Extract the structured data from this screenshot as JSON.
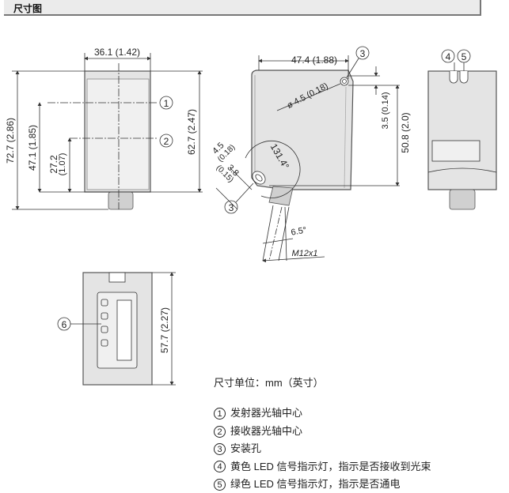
{
  "header": {
    "title": "尺寸图"
  },
  "views": {
    "front": {
      "width_dim": "36.1 (1.42)",
      "total_height_dim": "72.7 (2.86)",
      "emitter_dim": "47.1 (1.85)",
      "receiver_dim_mm": "27.2",
      "receiver_dim_in": "(1.07)",
      "body_height_dim": "62.7 (2.47)",
      "callout_1": "1",
      "callout_2": "2"
    },
    "side": {
      "width_dim": "47.4 (1.88)",
      "hole_dim": "ø 4.5 (0.18)",
      "offset_dim": "3.5 (0.14)",
      "height_dim": "50.8 (2.0)",
      "angle_dim": "131.4°",
      "slot_w_mm": "4.5",
      "slot_w_in": "(0.18)",
      "slot_h_mm": "3.8",
      "slot_h_in": "(0.15)",
      "connector_angle": "6.5°",
      "thread": "M12x1",
      "callout_3a": "3",
      "callout_3b": "3"
    },
    "back": {
      "callout_4": "4",
      "callout_5": "5"
    },
    "top": {
      "height_dim": "57.7 (2.27)",
      "callout_6": "6"
    }
  },
  "legend": {
    "unit": "尺寸单位：mm（英寸）",
    "items": [
      {
        "num": "1",
        "text": "发射器光轴中心"
      },
      {
        "num": "2",
        "text": "接收器光轴中心"
      },
      {
        "num": "3",
        "text": "安装孔"
      },
      {
        "num": "4",
        "text": "黄色 LED 信号指示灯，指示是否接收到光束"
      },
      {
        "num": "5",
        "text": "绿色 LED 信号指示灯，指示是否通电"
      }
    ]
  }
}
